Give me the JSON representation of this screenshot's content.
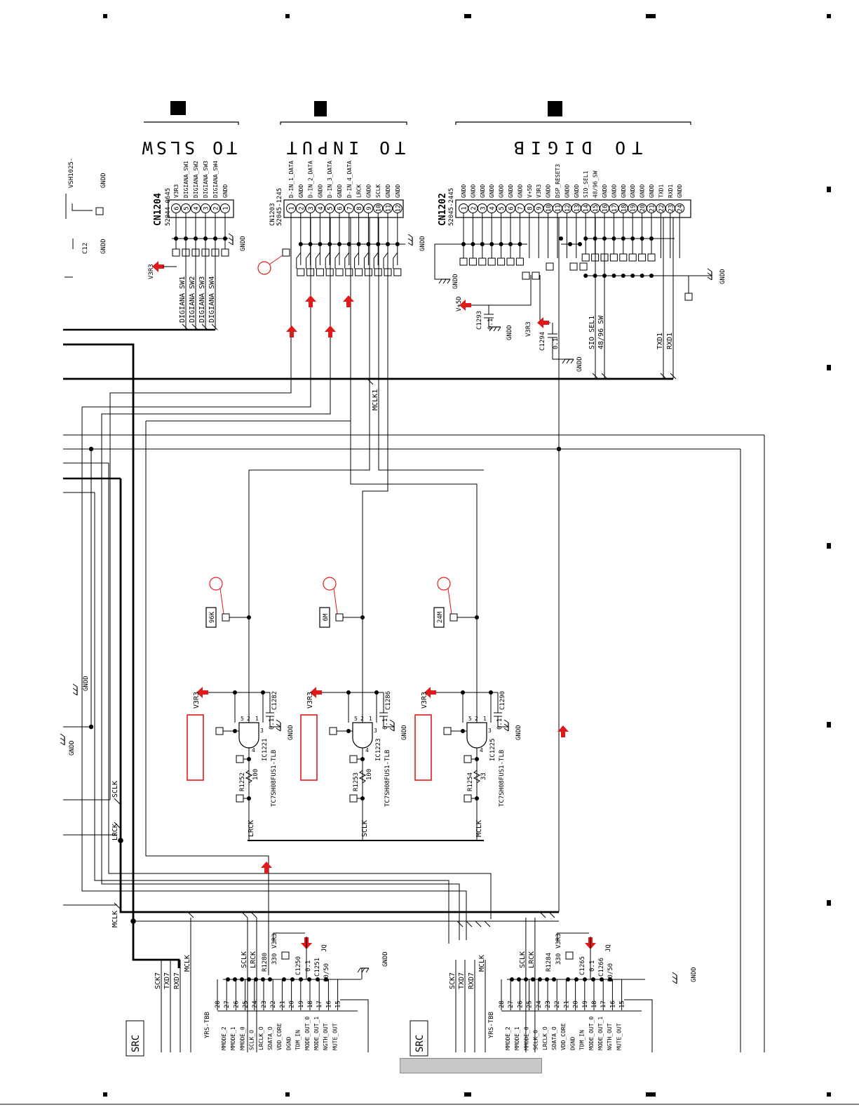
{
  "headers": {
    "slsw": "TO SLSW",
    "input": "TO INPUT",
    "digib": "TO DIGIB"
  },
  "connectors": {
    "cn1204": {
      "ref": "CN1204",
      "part": "52044-0645",
      "pins": [
        "6",
        "5",
        "4",
        "3",
        "2",
        "1"
      ],
      "pin_labels": [
        "V3R3",
        "DIGIANA_SW1",
        "DIGIANA_SW2",
        "DIGIANA_SW3",
        "DIGIANA_SW4",
        "GNDD"
      ],
      "net_labels": [
        "DIGIANA_SW1",
        "DIGIANA_SW2",
        "DIGIANA_SW3",
        "DIGIANA_SW4"
      ]
    },
    "cn1203": {
      "ref": "CN1203",
      "part": "52045-1245",
      "pins": [
        "1",
        "2",
        "3",
        "4",
        "5",
        "6",
        "7",
        "8",
        "9",
        "10",
        "11",
        "12"
      ],
      "pin_labels": [
        "D-IN_1_DATA",
        "GNDD",
        "D-IN_2_DATA",
        "GNDD",
        "D-IN_3_DATA",
        "GNDD",
        "D-IN_4_DATA",
        "LRCK",
        "GNDD",
        "SCLK",
        "GNDD",
        "GNDD"
      ]
    },
    "cn1202": {
      "ref": "CN1202",
      "part": "52045-2445",
      "pins": [
        "1",
        "2",
        "3",
        "4",
        "5",
        "6",
        "7",
        "8",
        "9",
        "10",
        "11",
        "12",
        "13",
        "14",
        "15",
        "16",
        "17",
        "18",
        "19",
        "20",
        "21",
        "22",
        "23",
        "24"
      ],
      "pin_labels": [
        "GNDD",
        "GNDD",
        "GNDD",
        "GNDD",
        "GNDD",
        "GNDD",
        "GNDD",
        "V+5D",
        "V3R3",
        "GNDD",
        "DSP_RESET3",
        "GNDD",
        "GNDD",
        "SIO_SEL1",
        "48/96_SW",
        "GNDD",
        "GNDD",
        "GNDD",
        "GNDD",
        "GNDD",
        "GNDD",
        "TXD1",
        "RXD1",
        "GNDD"
      ],
      "net_labels": [
        "SIO_SEL1",
        "48/96_SW",
        "TXD1",
        "RXD1"
      ]
    }
  },
  "left_parts": {
    "part_no": "VSH1025-",
    "cap": "C12",
    "gnd": "GNDD"
  },
  "nets": {
    "mclk1": "MCLK1",
    "sclk": "SCLK",
    "lrck": "LRCK",
    "mclk": "MCLK",
    "gndd": "GNDD",
    "v3r3": "V3R3",
    "v5d": "V+5D"
  },
  "upper_caps": [
    {
      "ref": "C1293",
      "value": "0.1"
    },
    {
      "ref": "C1294",
      "value": "0.1"
    }
  ],
  "gates": [
    {
      "label": "96K",
      "ic": "IC1221",
      "part": "TC7SH08FUS1-TLB",
      "cap": "C1282",
      "cap_value": "0.1",
      "res": "R1252",
      "res_value": "100",
      "out_net": "LRCK"
    },
    {
      "label": "6M",
      "ic": "IC1223",
      "part": "TC7SH08FUS1-TLB",
      "cap": "C1286",
      "cap_value": "0.1",
      "res": "R1253",
      "res_value": "100",
      "out_net": "SCLK"
    },
    {
      "label": "24M",
      "ic": "IC1225",
      "part": "TC7SH08FUS1-TLB",
      "cap": "C1290",
      "cap_value": "0.1",
      "res": "R1254",
      "res_value": "33",
      "out_net": "MCLK"
    }
  ],
  "src_blocks": [
    {
      "title": "SRC",
      "bus_labels": [
        "SCK7",
        "TXD7",
        "RXD7",
        "MCLK"
      ],
      "net_labels": [
        "SCLK",
        "LRCK"
      ],
      "res": "R1280",
      "res_value": "330",
      "supply": "V3R3",
      "caps": [
        {
          "ref": "C1250",
          "value": ""
        },
        {
          "ref": "C1251",
          "value": "0.1"
        }
      ],
      "cap_note": "10/50",
      "cap_flag": "JQ",
      "pin_numbers": [
        "28",
        "27",
        "26",
        "25",
        "24",
        "23",
        "22",
        "21",
        "20",
        "19",
        "18",
        "17",
        "16",
        "15"
      ],
      "pin_names": [
        "MMODE_2",
        "MMODE_1",
        "MMODE_0",
        "SCLK_O",
        "LRCLK_O",
        "SDATA_O",
        "VDD_CORE",
        "DGND",
        "TDM_IN",
        "MODE_OUT_0",
        "MODE_OUT_1",
        "NGTH_OUT",
        "MUTE_OUT"
      ],
      "chip_note": "YRS-TBB"
    },
    {
      "title": "SRC",
      "bus_labels": [
        "SCK7",
        "TXD7",
        "RXD7",
        "MCLK"
      ],
      "net_labels": [
        "SCLK",
        "LRCK"
      ],
      "res": "R1284",
      "res_value": "330",
      "supply": "V3R3",
      "caps": [
        {
          "ref": "C1265",
          "value": ""
        },
        {
          "ref": "C1266",
          "value": "0.1"
        }
      ],
      "cap_note": "10/50",
      "cap_flag": "JQ",
      "pin_numbers": [
        "28",
        "27",
        "26",
        "25",
        "24",
        "23",
        "22",
        "21",
        "20",
        "19",
        "18",
        "17",
        "16",
        "15"
      ],
      "pin_names": [
        "MMODE_2",
        "MMODE_1",
        "MMODE_0",
        "SCLK_O",
        "LRCLK_O",
        "SDATA_O",
        "VDD_CORE",
        "DGND",
        "TDM_IN",
        "MODE_OUT_0",
        "MODE_OUT_1",
        "NGTH_OUT",
        "MUTE_OUT"
      ],
      "chip_note": "YRS-TBB"
    }
  ],
  "colors": {
    "arrow": "#e0191b",
    "line": "#000000",
    "highlight": "#e0191b",
    "bar": "#c8c8c8"
  }
}
